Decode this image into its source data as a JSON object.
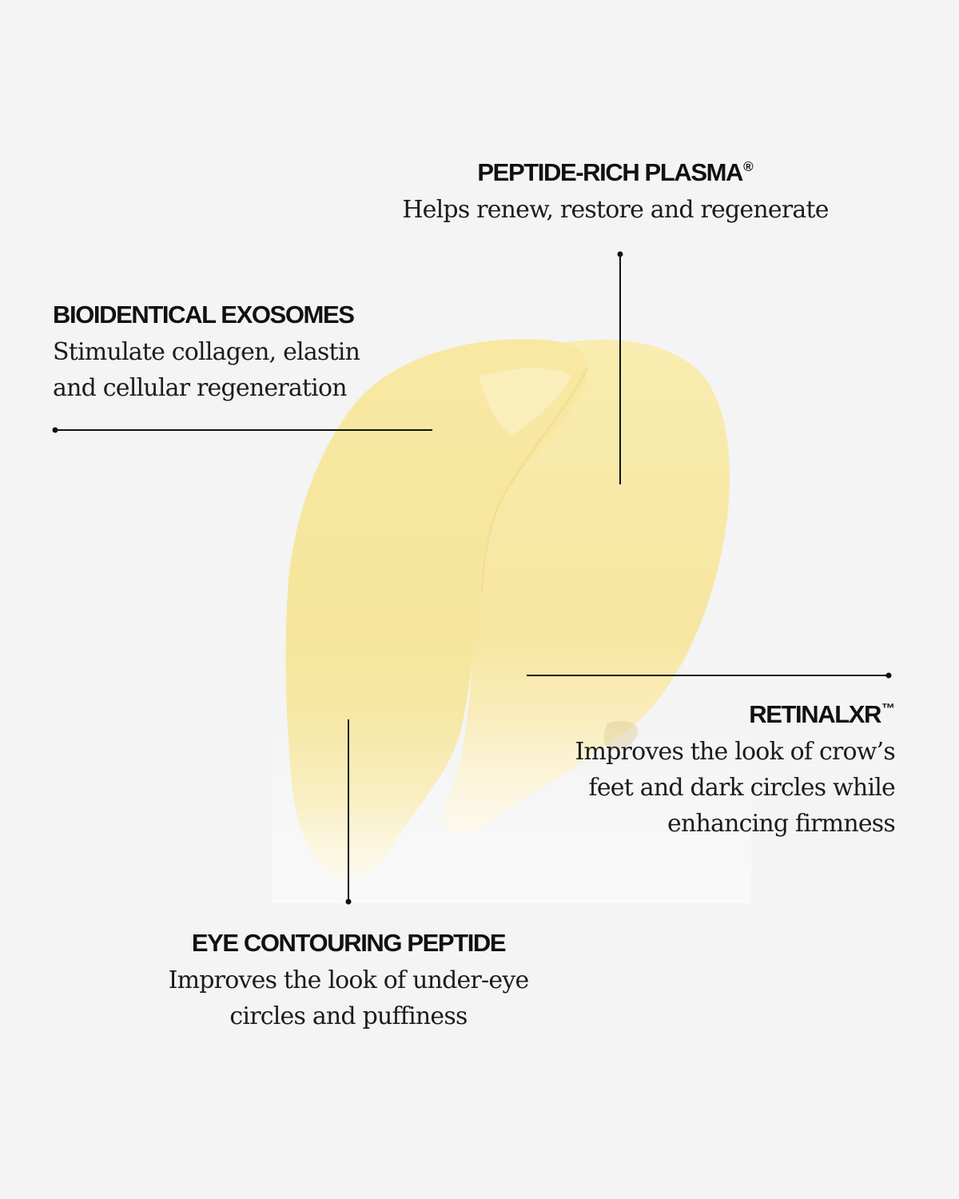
{
  "callouts": {
    "peptide_plasma": {
      "title": "PEPTIDE-RICH PLASMA",
      "mark": "®",
      "description": "Helps renew, restore and regenerate"
    },
    "exosomes": {
      "title": "BIOIDENTICAL EXOSOMES",
      "description": "Stimulate collagen, elastin and cellular regeneration"
    },
    "retinal": {
      "title": "RETINALXR",
      "mark": "™",
      "description": "Improves the look of crow’s feet and dark circles while enhancing firmness"
    },
    "eye_peptide": {
      "title": "EYE CONTOURING PEPTIDE",
      "description": "Improves the look of under-eye circles and puffiness"
    }
  },
  "colors": {
    "background": "#f3f4f3",
    "cream": "#f7e7a1",
    "line": "#111111",
    "text": "#111111"
  },
  "icons": {
    "pointer_dot": "filled-circle"
  }
}
